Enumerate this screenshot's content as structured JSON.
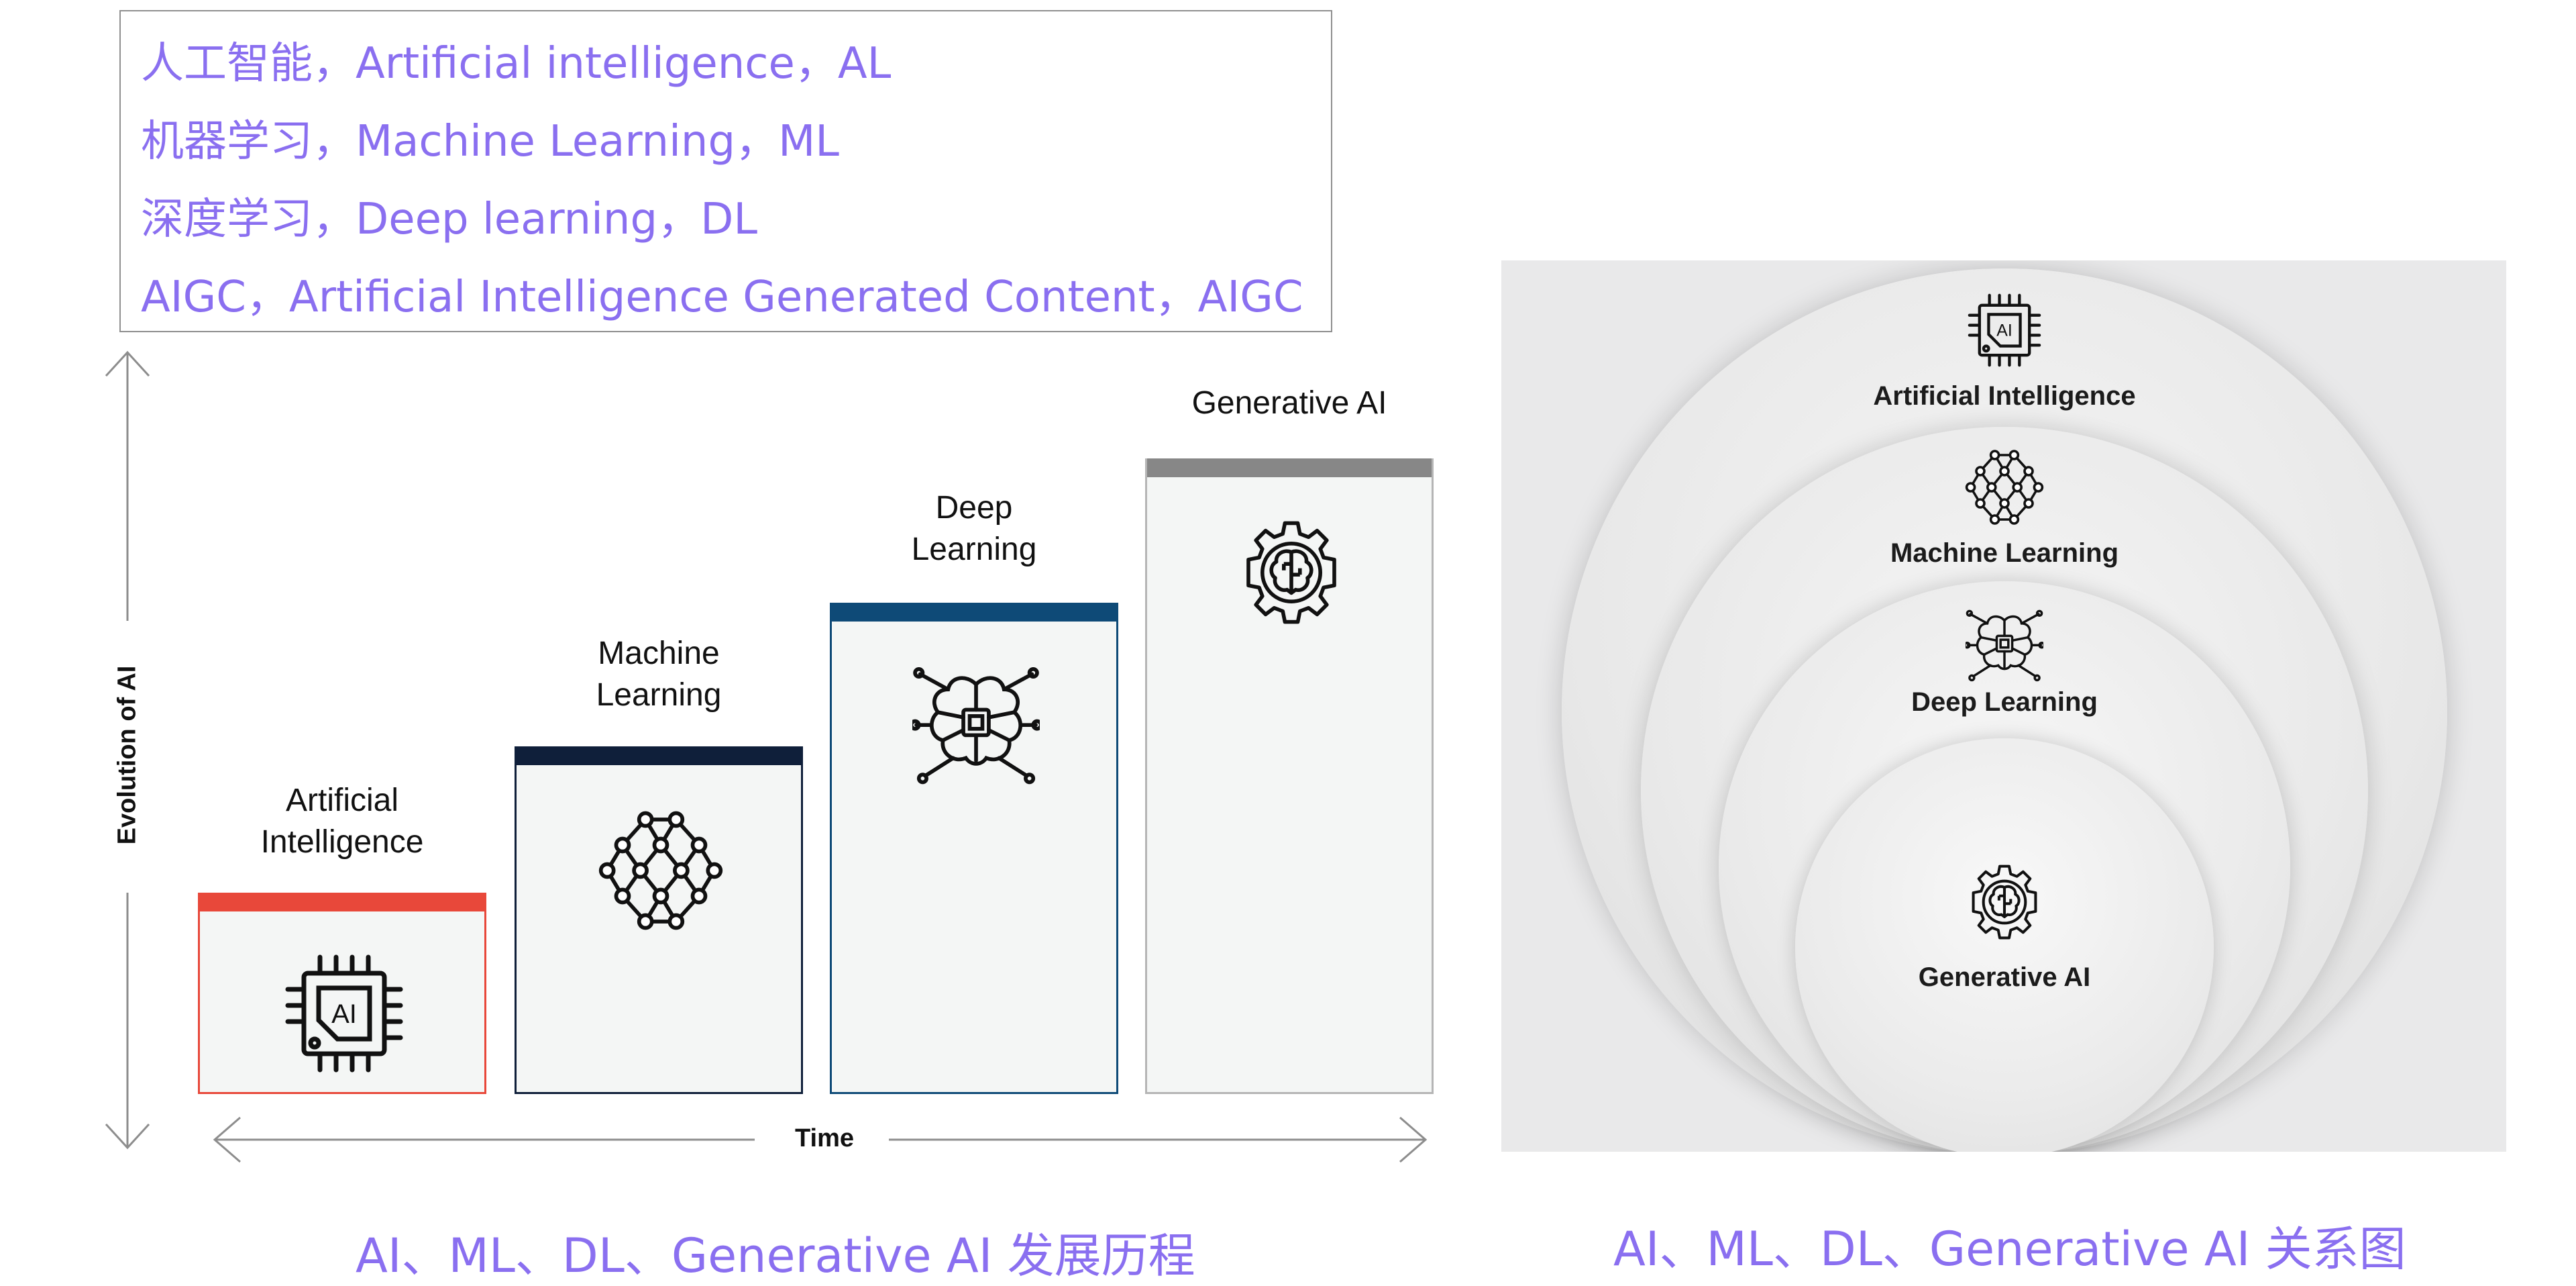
{
  "glossary": {
    "lines": [
      "人工智能，Artificial intelligence，AL",
      "机器学习，Machine Learning，ML",
      "深度学习，Deep learning，DL",
      "AIGC，Artificial Intelligence Generated Content，AIGC"
    ]
  },
  "evolution": {
    "y_axis_label": "Evolution of AI",
    "x_axis_label": "Time",
    "stages": [
      {
        "label": "Artificial\nIntelligence",
        "icon": "ai-chip-icon",
        "accent": "#e8483a",
        "border": "#e8483a"
      },
      {
        "label": "Machine\nLearning",
        "icon": "neural-network-icon",
        "accent": "#0f1f3a",
        "border": "#0f1f3a"
      },
      {
        "label": "Deep\nLearning",
        "icon": "brain-circuit-icon",
        "accent": "#0e4a77",
        "border": "#0e4a77"
      },
      {
        "label": "Generative AI",
        "icon": "brain-gear-icon",
        "accent": "#878787",
        "border": "#b5b5b5"
      }
    ]
  },
  "nested": {
    "rings": [
      {
        "label": "Artificial Intelligence",
        "icon": "ai-chip-icon"
      },
      {
        "label": "Machine Learning",
        "icon": "neural-network-icon"
      },
      {
        "label": "Deep Learning",
        "icon": "brain-circuit-icon"
      },
      {
        "label": "Generative AI",
        "icon": "brain-gear-icon"
      }
    ]
  },
  "captions": {
    "left": "AI、ML、DL、Generative AI 发展历程",
    "right": "AI、ML、DL、Generative AI 关系图"
  }
}
